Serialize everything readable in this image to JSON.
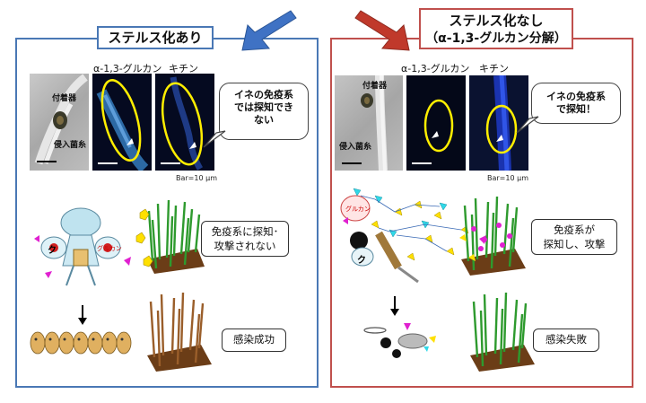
{
  "left": {
    "title": "ステルス化あり",
    "label_glucan": "α-1,3-グルカン",
    "label_chitin": "キチン",
    "label_appressorium": "付着器",
    "label_hypha": "侵入菌糸",
    "bubble_line1": "イネの免疫系",
    "bubble_line2": "では探知でき",
    "bubble_line3": "ない",
    "scale": "Bar=10 μm",
    "callout1_line1": "免疫系に探知･",
    "callout1_line2": "攻撃されない",
    "callout2": "感染成功",
    "fungus_tag": "グルカン",
    "fungus_char": "ク"
  },
  "right": {
    "title_line1": "ステルス化なし",
    "title_line2": "（α-1,3-グルカン分解）",
    "label_glucan": "α-1,3-グルカン",
    "label_chitin": "キチン",
    "label_appressorium": "付着器",
    "label_hypha": "侵入菌糸",
    "bubble_line1": "イネの免疫系",
    "bubble_line2": "で探知！",
    "scale": "Bar=10 μm",
    "callout1_line1": "免疫系が",
    "callout1_line2": "探知し、攻撃",
    "callout2": "感染失敗",
    "fungus_tag": "グルカン",
    "fungus_char": "ク"
  },
  "colors": {
    "left_border": "#4a78b5",
    "right_border": "#c0504d",
    "blue_arrow": "#3f72c4",
    "red_arrow": "#c0392b",
    "ellipse": "#ffee00",
    "grass": "#3aa83a",
    "soil": "#6b3d17"
  }
}
